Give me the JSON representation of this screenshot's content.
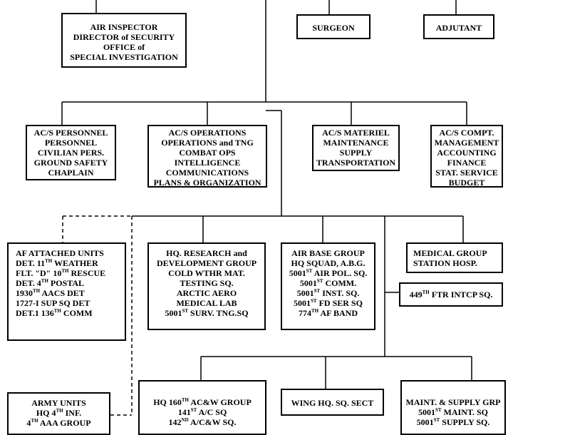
{
  "boxes": [
    {
      "id": "air-inspector",
      "lines": [
        [
          "AIR INSPECTOR"
        ],
        [
          "DIRECTOR of SECURITY"
        ],
        [
          "OFFICE of"
        ],
        [
          "SPECIAL INVESTIGATION"
        ]
      ]
    },
    {
      "id": "surgeon",
      "lines": [
        [
          "SURGEON"
        ]
      ]
    },
    {
      "id": "adjutant",
      "lines": [
        [
          "ADJUTANT"
        ]
      ]
    },
    {
      "id": "acs-personnel",
      "lines": [
        [
          "AC/S PERSONNEL"
        ],
        [
          "PERSONNEL"
        ],
        [
          "CIVILIAN PERS."
        ],
        [
          "GROUND SAFETY"
        ],
        [
          "CHAPLAIN"
        ]
      ]
    },
    {
      "id": "acs-operations",
      "lines": [
        [
          "AC/S OPERATIONS"
        ],
        [
          "OPERATIONS and TNG"
        ],
        [
          "COMBAT OPS"
        ],
        [
          "INTELLIGENCE"
        ],
        [
          "COMMUNICATIONS"
        ],
        [
          "PLANS & ORGANIZATION"
        ]
      ]
    },
    {
      "id": "acs-materiel",
      "lines": [
        [
          "AC/S MATERIEL"
        ],
        [
          "MAINTENANCE"
        ],
        [
          "SUPPLY"
        ],
        [
          "TRANSPORTATION"
        ]
      ]
    },
    {
      "id": "acs-comptroller",
      "lines": [
        [
          "AC/S COMPT."
        ],
        [
          "MANAGEMENT"
        ],
        [
          "ACCOUNTING"
        ],
        [
          "FINANCE"
        ],
        [
          "STAT. SERVICE"
        ],
        [
          "BUDGET"
        ]
      ]
    },
    {
      "id": "af-attached-units",
      "lines": [
        [
          "AF ATTACHED UNITS"
        ],
        [
          "DET. 11",
          {
            "sup": "TH"
          },
          " WEATHER"
        ],
        [
          "FLT. \"D\" 10",
          {
            "sup": "TH"
          },
          " RESCUE"
        ],
        [
          "DET. 4",
          {
            "sup": "TH"
          },
          " POSTAL"
        ],
        [
          "1930",
          {
            "sup": "TH"
          },
          " AACS DET"
        ],
        [
          "1727-I SUP SQ DET"
        ],
        [
          "DET.1 136",
          {
            "sup": "TH"
          },
          " COMM"
        ]
      ]
    },
    {
      "id": "hq-research",
      "lines": [
        [
          "HQ. RESEARCH and"
        ],
        [
          "DEVELOPMENT GROUP"
        ],
        [
          "COLD WTHR MAT."
        ],
        [
          "TESTING SQ."
        ],
        [
          "ARCTIC AERO"
        ],
        [
          "MEDICAL LAB"
        ],
        [
          "5001",
          {
            "sup": "ST"
          },
          " SURV. TNG.SQ"
        ]
      ]
    },
    {
      "id": "air-base-group",
      "lines": [
        [
          "AIR BASE GROUP"
        ],
        [
          "HQ SQUAD, A.B.G."
        ],
        [
          "5001",
          {
            "sup": "ST"
          },
          " AIR POL. SQ."
        ],
        [
          "5001",
          {
            "sup": "ST"
          },
          " COMM."
        ],
        [
          "5001",
          {
            "sup": "ST"
          },
          " INST. SQ."
        ],
        [
          "5001",
          {
            "sup": "ST"
          },
          " FD SER SQ"
        ],
        [
          "774",
          {
            "sup": "TH"
          },
          " AF BAND"
        ]
      ]
    },
    {
      "id": "medical-group",
      "lines": [
        [
          "MEDICAL GROUP"
        ],
        [
          "STATION HOSP."
        ]
      ]
    },
    {
      "id": "ftr-intcp-sq",
      "lines": [
        [
          "449",
          {
            "sup": "TH"
          },
          " FTR INTCP SQ."
        ]
      ]
    },
    {
      "id": "army-units",
      "lines": [
        [
          "ARMY UNITS"
        ],
        [
          "HQ 4",
          {
            "sup": "TH"
          },
          " INF."
        ],
        [
          "4",
          {
            "sup": "TH"
          },
          " AAA GROUP"
        ]
      ]
    },
    {
      "id": "hq-160th",
      "lines": [
        [
          "HQ 160",
          {
            "sup": "TH"
          },
          " AC&W GROUP"
        ],
        [
          "141",
          {
            "sup": "ST"
          },
          " A/C SQ"
        ],
        [
          "142",
          {
            "sup": "ND"
          },
          " A/C&W SQ."
        ]
      ]
    },
    {
      "id": "wing-hq",
      "lines": [
        [
          "WING HQ. SQ. SECT"
        ]
      ]
    },
    {
      "id": "maint-supply",
      "lines": [
        [
          "MAINT. & SUPPLY GRP"
        ],
        [
          "5001",
          {
            "sup": "ST"
          },
          " MAINT. SQ"
        ],
        [
          "5001",
          {
            "sup": "ST"
          },
          " SUPPLY SQ."
        ]
      ]
    }
  ]
}
